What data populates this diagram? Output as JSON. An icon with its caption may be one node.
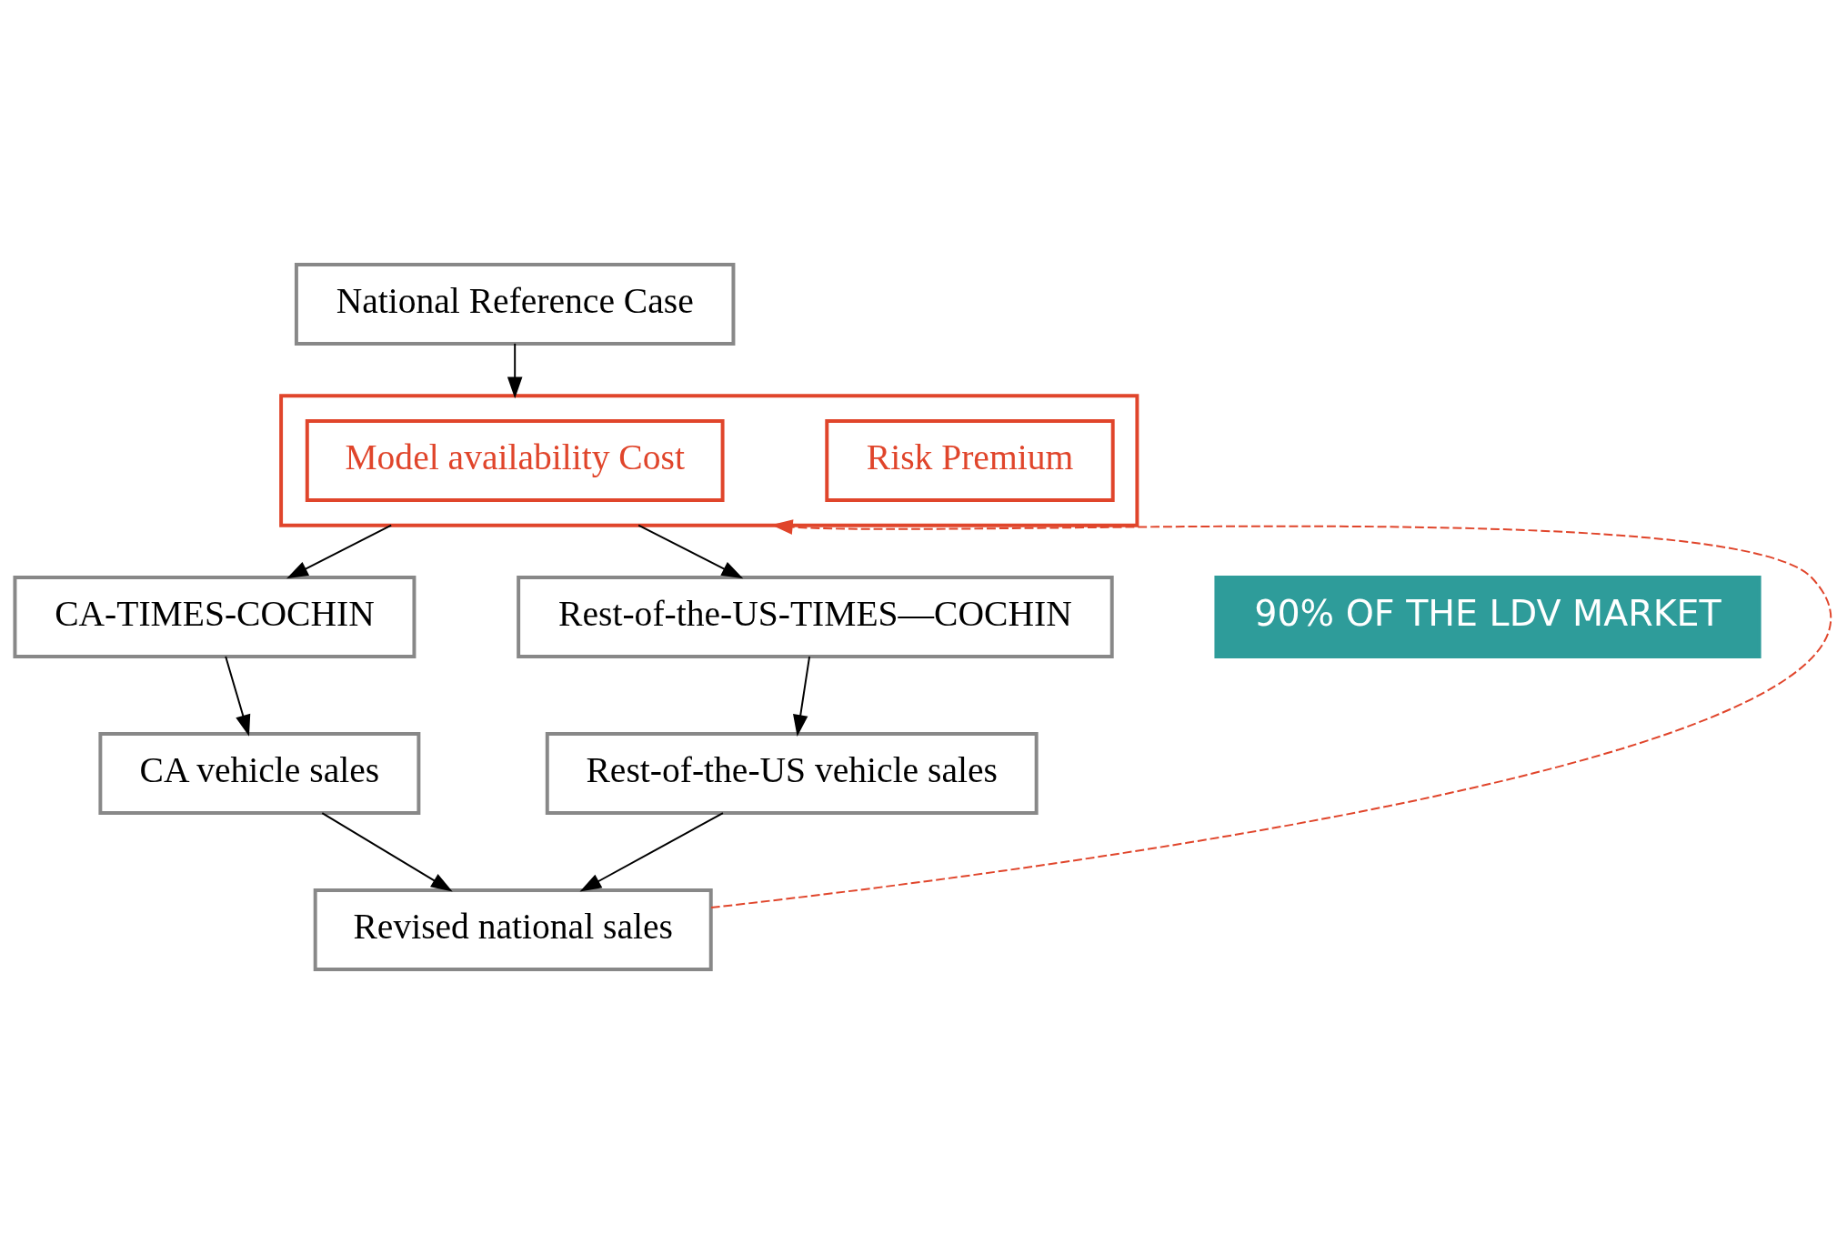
{
  "diagram": {
    "nodes": [
      {
        "text": [
          "National Reference Case"
        ]
      },
      {
        "text": [],
        "shape": "box"
      },
      {
        "text": [
          "Model availability Cost"
        ],
        "in": 1
      },
      {
        "text": [
          "Risk Premium"
        ],
        "in": 1
      },
      {
        "text": [
          "CA-TIMES-COCHIN"
        ]
      },
      {
        "text": [
          "Rest-of-the-US-TIMES—COCHIN"
        ]
      },
      {
        "text": [
          "CA vehicle sales"
        ]
      },
      {
        "text": [
          "Rest-of-the-US vehicle sales"
        ]
      },
      {
        "text": [
          "Revised national sales"
        ]
      },
      {
        "text": [
          "90% OF THE LDV MARKET"
        ]
      }
    ],
    "edges": [
      {
        "from": 0,
        "to": 1,
        "arrow": "to"
      },
      {
        "from": 1,
        "to": 4,
        "arrow": "to"
      },
      {
        "from": 1,
        "to": 5,
        "arrow": "to"
      },
      {
        "from": 4,
        "to": 6,
        "arrow": "to"
      },
      {
        "from": 5,
        "to": 7,
        "arrow": "to"
      },
      {
        "from": 6,
        "to": 8,
        "arrow": "to"
      },
      {
        "from": 7,
        "to": 8,
        "arrow": "to"
      },
      {
        "from": 8,
        "to": 1,
        "arrow": "to",
        "style": "dashed",
        "color": "#e0452b"
      }
    ]
  }
}
